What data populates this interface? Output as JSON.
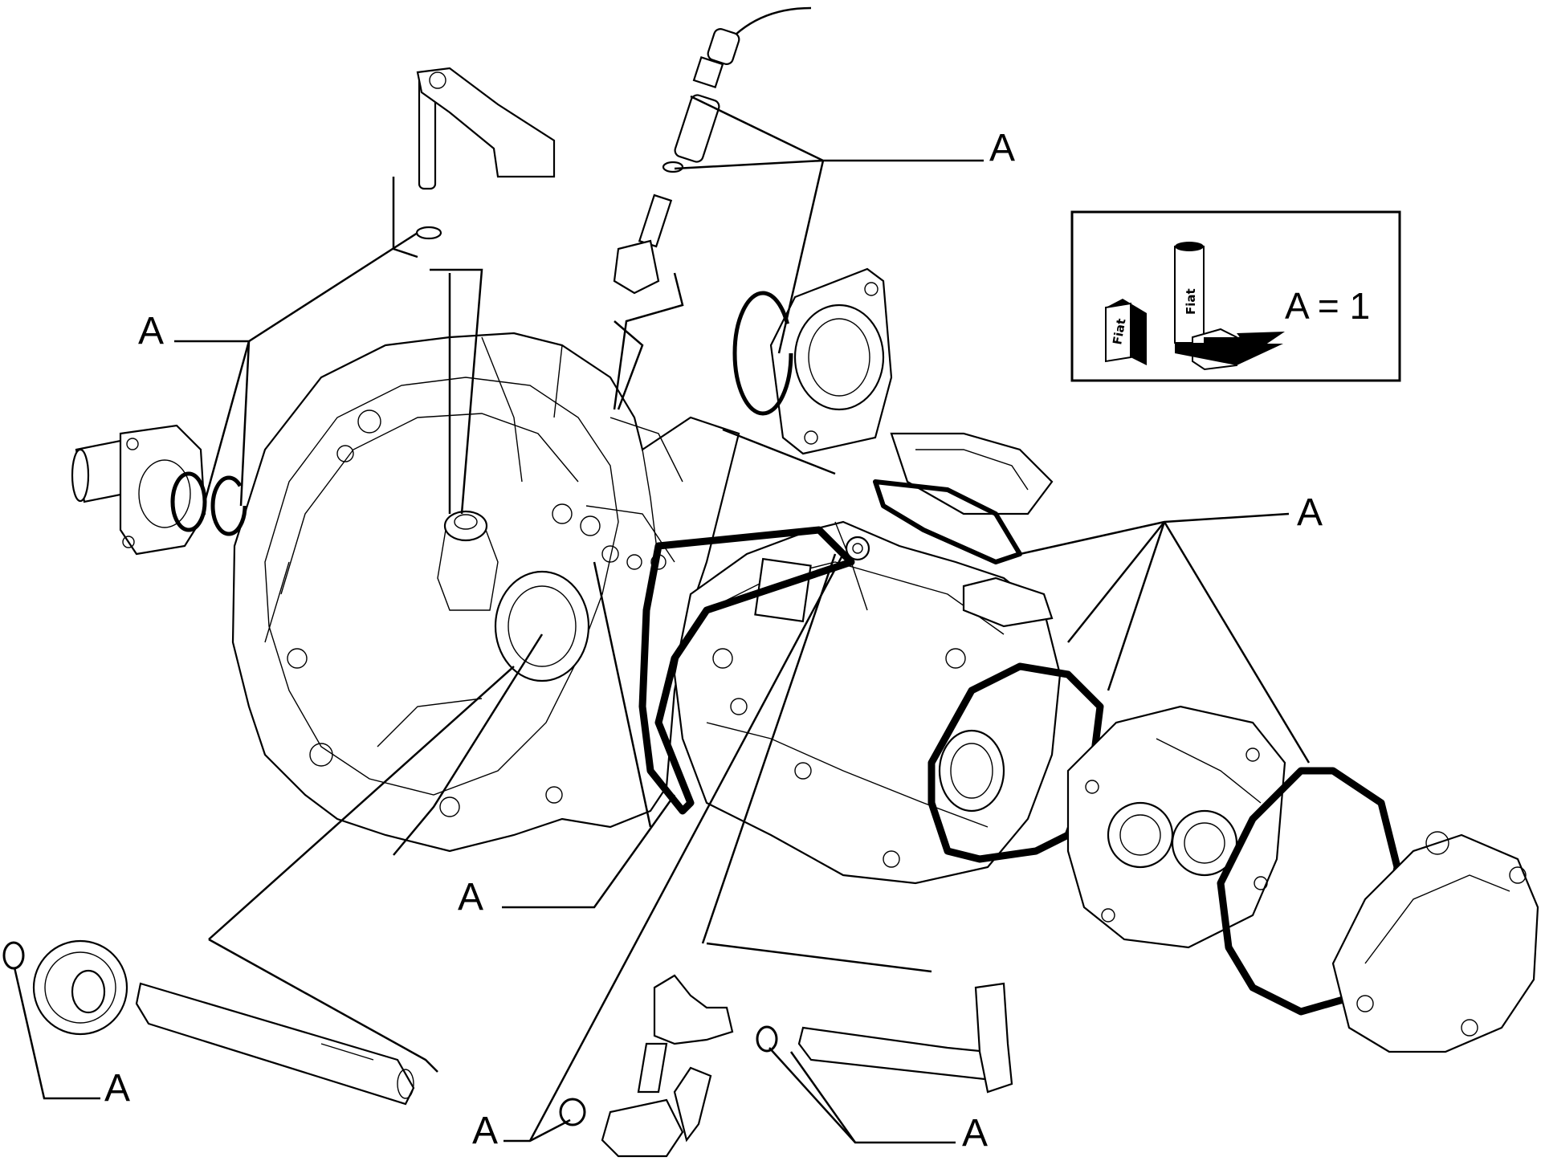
{
  "diagram": {
    "callout_letter": "A",
    "legend": {
      "text": "A = 1",
      "logo_text": "Fiat"
    }
  }
}
